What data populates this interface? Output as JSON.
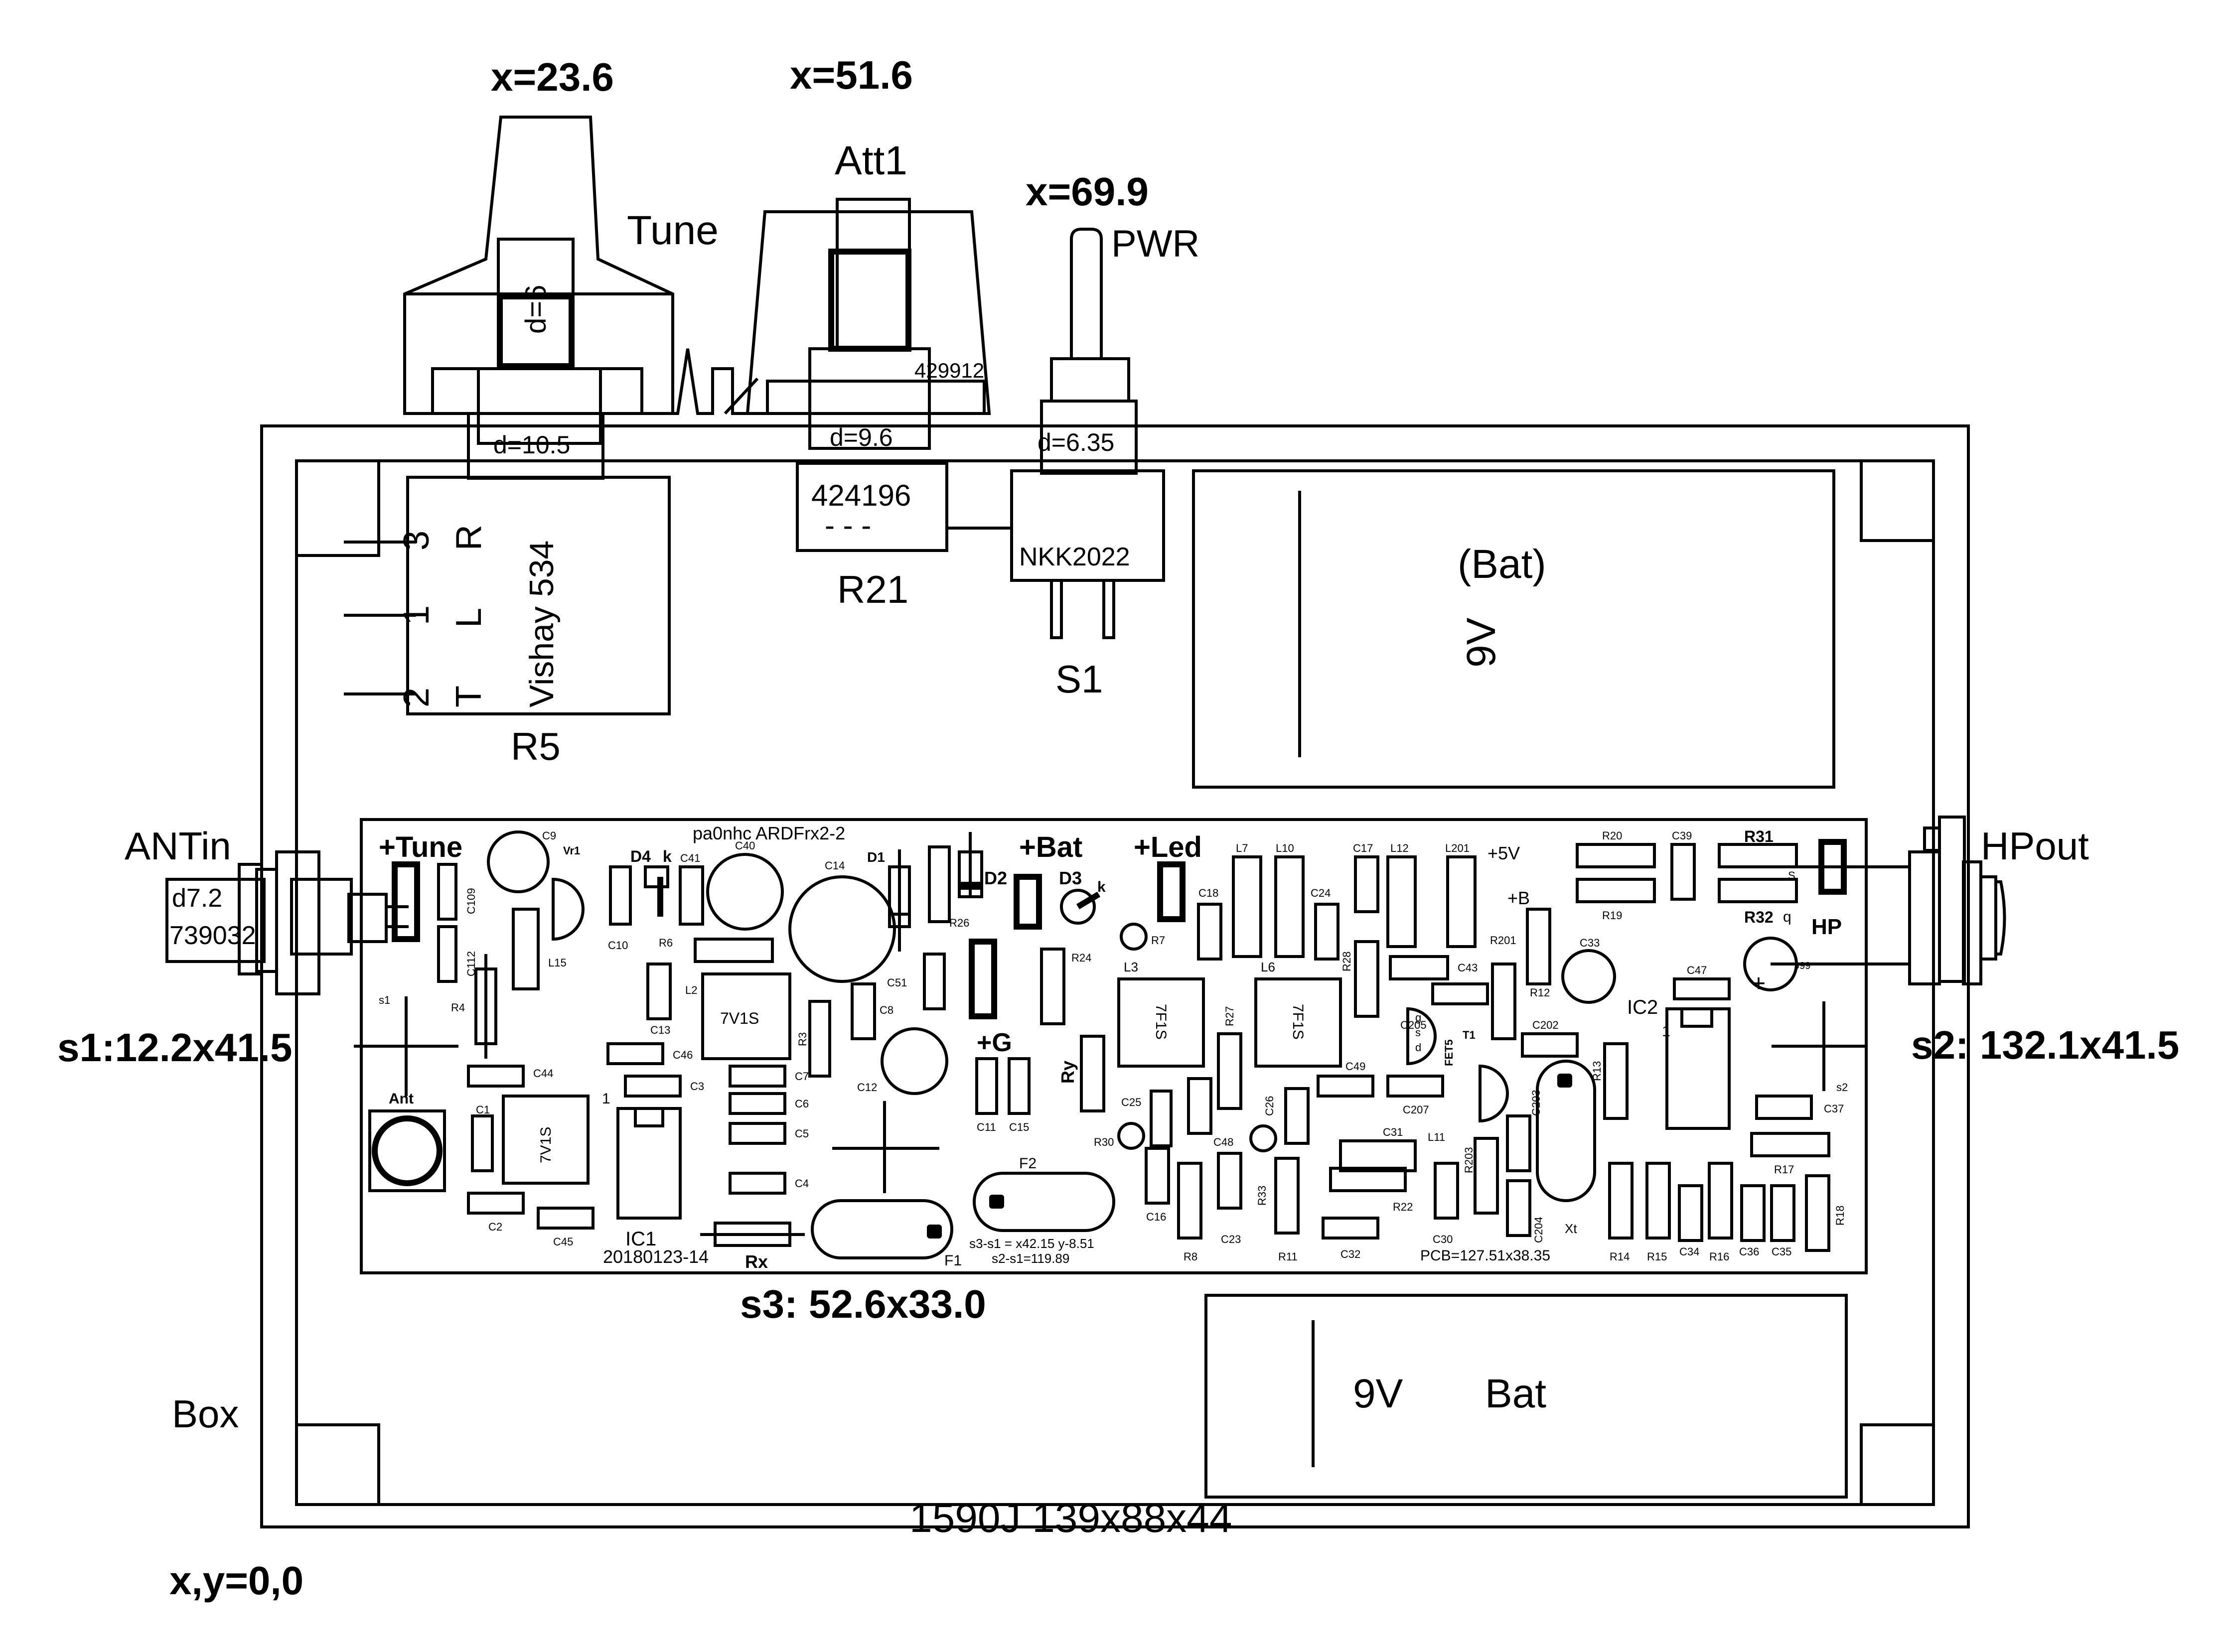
{
  "enclosure": {
    "label": "Box",
    "model": "1590J   139x88x44",
    "origin": "x,y=0,0"
  },
  "front_panel": {
    "tune_pot": {
      "x_label": "x=23.6",
      "name": "Tune",
      "shaft": "d=6",
      "bushing": "d=10.5"
    },
    "att_pot": {
      "x_label": "x=51.6",
      "name": "Att1",
      "part": "429912",
      "bushing": "d=9.6"
    },
    "power_switch": {
      "x_label": "x=69.9",
      "name": "PWR",
      "bushing": "d=6.35"
    }
  },
  "components": {
    "r5": {
      "pins": [
        "3",
        "1",
        "2"
      ],
      "letters": [
        "R",
        "L",
        "T"
      ],
      "vendor": "Vishay  534",
      "ref": "R5"
    },
    "r21": {
      "part": "424196",
      "dashes": "- - -",
      "ref": "R21"
    },
    "s1": {
      "part": "NKK2022",
      "ref": "S1"
    },
    "battery_top": {
      "text": "(Bat)",
      "voltage": "9V"
    },
    "battery_bottom": {
      "voltage": "9V",
      "text": "Bat"
    }
  },
  "connectors": {
    "ant_in": {
      "name": "ANTin",
      "dia": "d7.2",
      "part": "739032"
    },
    "hp_out": {
      "name": "HPout"
    }
  },
  "mount_points": {
    "s1": "s1:12.2x41.5",
    "s2": "s2:  132.1x41.5",
    "s3": "s3:  52.6x33.0"
  },
  "pcb": {
    "title": "pa0nhc  ARDFrx2-2",
    "date": "20180123-14",
    "size": "PCB=127.51x38.35",
    "offsets": [
      "s3-s1 = x42.15 y-8.51",
      "s2-s1=119.89"
    ],
    "bold_labels": {
      "tune": "+Tune",
      "bat": "+Bat",
      "led": "+Led",
      "g": "+G",
      "d2": "D2",
      "d3": "D3",
      "d4": "D4",
      "k": "k",
      "rx": "Rx",
      "ry": "Ry",
      "hp": "HP",
      "ant": "Ant",
      "r31": "R31",
      "r32": "R32"
    },
    "ic_labels": {
      "ic1": "IC1",
      "ic2": "IC2",
      "reg": "7V1S"
    },
    "coil_labels": {
      "l3": "L3",
      "l6": "L6",
      "fil": "7F1S"
    },
    "supply": {
      "p5v": "+5V",
      "pb": "+B"
    },
    "crystals": {
      "f1": "F1",
      "f2": "F2",
      "xt": "Xt"
    },
    "refs": {
      "c109": "C109",
      "c112": "C112",
      "c9": "C9",
      "vr1": "Vr1",
      "l15": "L15",
      "r4": "R4",
      "c44": "C44",
      "c1": "C1",
      "c2": "C2",
      "c45": "C45",
      "s1m": "s1",
      "c10": "C10",
      "r6": "R6",
      "c41": "C41",
      "c40": "C40",
      "c14": "C14",
      "d1": "D1",
      "l2": "L2",
      "c13": "C13",
      "c46": "C46",
      "c3": "C3",
      "c7": "C7",
      "c6": "C6",
      "c5": "C5",
      "c4": "C4",
      "r3": "R3",
      "c8": "C8",
      "c51": "C51",
      "c12": "C12",
      "r26": "R26",
      "r24": "R24",
      "c11": "C11",
      "c15": "C15",
      "r7": "R7",
      "c18": "C18",
      "l7": "L7",
      "l10": "L10",
      "c24": "C24",
      "c17": "C17",
      "l12": "L12",
      "l201": "L201",
      "r28": "R28",
      "r27": "R27",
      "c49": "C49",
      "c207": "C207",
      "c205": "C205",
      "fet5": "FET5",
      "r201": "R201",
      "c43": "C43",
      "c202": "C202",
      "c25": "C25",
      "r30": "R30",
      "c26": "C26",
      "c48": "C48",
      "r33": "R33",
      "c31": "C31",
      "l11": "L11",
      "r22": "R22",
      "c16": "C16",
      "r8": "R8",
      "c23": "C23",
      "r11": "R11",
      "c32": "C32",
      "c30": "C30",
      "r203": "R203",
      "c203": "C203",
      "c204": "C204",
      "t1": "T1",
      "r20": "R20",
      "r19": "R19",
      "c39": "C39",
      "r12": "R12",
      "c33": "C33",
      "r13": "R13",
      "c47": "C47",
      "c37": "C37",
      "r17": "R17",
      "r14": "R14",
      "r15": "R15",
      "c34": "C34",
      "r16": "R16",
      "c36": "C36",
      "c35": "C35",
      "r18": "R18",
      "s2m": "s2",
      "one": "1",
      "one2": "1",
      "bk": "k",
      "fet_g": "g",
      "fet_s": "s",
      "fet_d": "d",
      "led_s": "S",
      "led_q": "q",
      "plus": "+",
      "dot": "999"
    }
  }
}
